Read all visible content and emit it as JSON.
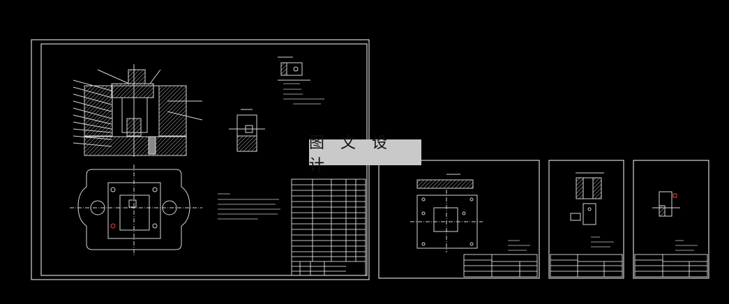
{
  "watermark": {
    "text": "图 文 设 计"
  },
  "colors": {
    "background": "#000000",
    "frame": "#ffffff",
    "drawing_line": "#d8d8d8",
    "hatch": "#bdbdbd",
    "accent_red": "#ff3b3b"
  },
  "sheets": [
    {
      "name": "assembly-drawing-sheet",
      "has_parts_list": true
    },
    {
      "name": "part-drawing-sheet-1"
    },
    {
      "name": "part-drawing-sheet-2"
    },
    {
      "name": "part-drawing-sheet-3"
    }
  ]
}
